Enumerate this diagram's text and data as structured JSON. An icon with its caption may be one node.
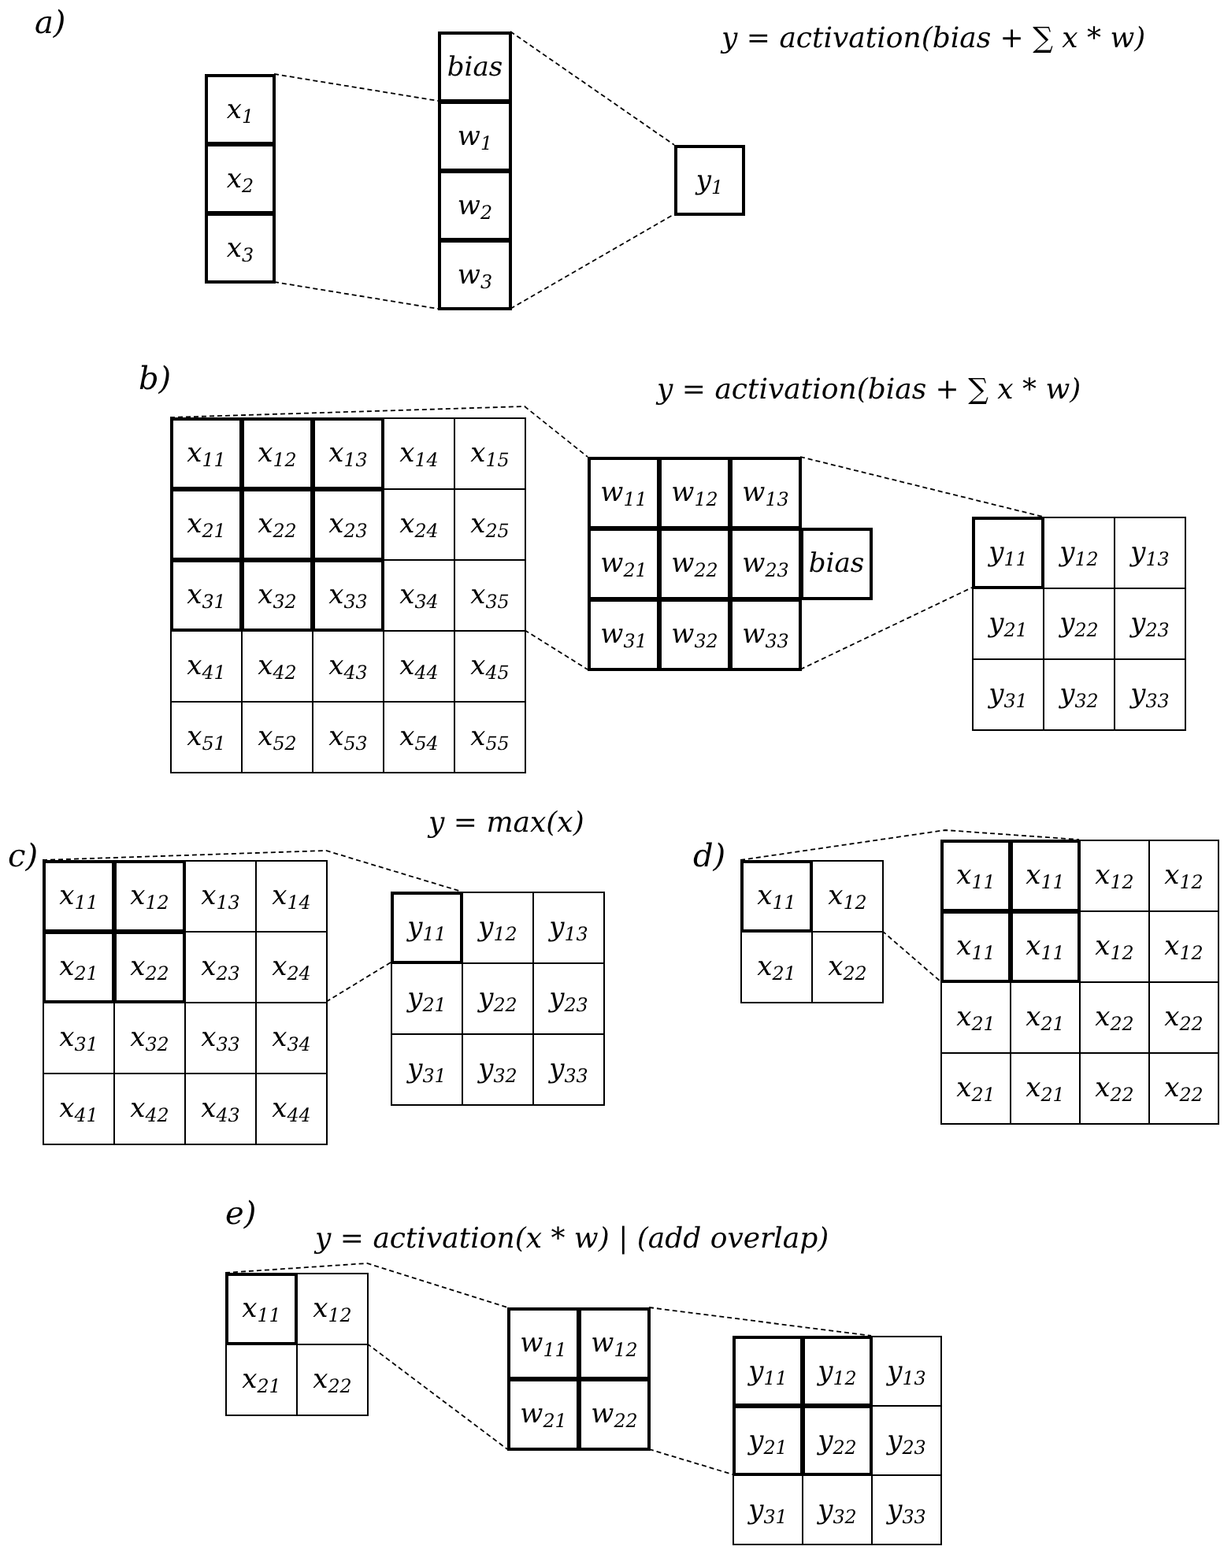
{
  "diagram": {
    "nodes": [
      {
        "text": [
          "x$_{1}$"
        ]
      },
      {
        "text": [
          "x$_{2}$"
        ]
      },
      {
        "text": [
          "x$_{3}$"
        ]
      },
      {
        "text": [
          "bias"
        ]
      },
      {
        "text": [
          "w$_{1}$"
        ]
      },
      {
        "text": [
          "w$_{2}$"
        ]
      },
      {
        "text": [
          "w$_{3}$"
        ]
      },
      {
        "text": [
          "y$_{1}$"
        ]
      },
      {
        "text": [
          "x$_{11}$"
        ]
      },
      {
        "text": [
          "x$_{12}$"
        ]
      },
      {
        "text": [
          "x$_{13}$"
        ]
      },
      {
        "text": [
          "x$_{14}$"
        ]
      },
      {
        "text": [
          "x$_{15}$"
        ]
      },
      {
        "text": [
          "x$_{21}$"
        ]
      },
      {
        "text": [
          "x$_{22}$"
        ]
      },
      {
        "text": [
          "x$_{23}$"
        ]
      },
      {
        "text": [
          "x$_{24}$"
        ]
      },
      {
        "text": [
          "x$_{25}$"
        ]
      },
      {
        "text": [
          "x$_{31}$"
        ]
      },
      {
        "text": [
          "x$_{32}$"
        ]
      },
      {
        "text": [
          "x$_{33}$"
        ]
      },
      {
        "text": [
          "x$_{34}$"
        ]
      },
      {
        "text": [
          "x$_{35}$"
        ]
      },
      {
        "text": [
          "x$_{41}$"
        ]
      },
      {
        "text": [
          "x$_{42}$"
        ]
      },
      {
        "text": [
          "x$_{43}$"
        ]
      },
      {
        "text": [
          "x$_{44}$"
        ]
      },
      {
        "text": [
          "x$_{45}$"
        ]
      },
      {
        "text": [
          "x$_{51}$"
        ]
      },
      {
        "text": [
          "x$_{52}$"
        ]
      },
      {
        "text": [
          "x$_{53}$"
        ]
      },
      {
        "text": [
          "x$_{54}$"
        ]
      },
      {
        "text": [
          "x$_{55}$"
        ]
      },
      {
        "text": [
          "w$_{11}$"
        ]
      },
      {
        "text": [
          "w$_{12}$"
        ]
      },
      {
        "text": [
          "w$_{13}$"
        ]
      },
      {
        "text": [
          "w$_{21}$"
        ]
      },
      {
        "text": [
          "w$_{22}$"
        ]
      },
      {
        "text": [
          "w$_{23}$"
        ]
      },
      {
        "text": [
          "bias"
        ]
      },
      {
        "text": [
          "w$_{31}$"
        ]
      },
      {
        "text": [
          "w$_{32}$"
        ]
      },
      {
        "text": [
          "w$_{33}$"
        ]
      },
      {
        "text": [
          "y$_{11}$"
        ]
      },
      {
        "text": [
          "y$_{12}$"
        ]
      },
      {
        "text": [
          "y$_{13}$"
        ]
      },
      {
        "text": [
          "y$_{21}$"
        ]
      },
      {
        "text": [
          "y$_{22}$"
        ]
      },
      {
        "text": [
          "y$_{23}$"
        ]
      },
      {
        "text": [
          "y$_{31}$"
        ]
      },
      {
        "text": [
          "y$_{32}$"
        ]
      },
      {
        "text": [
          "y$_{33}$"
        ]
      },
      {
        "text": [
          "x$_{11}$"
        ]
      },
      {
        "text": [
          "x$_{12}$"
        ]
      },
      {
        "text": [
          "x$_{13}$"
        ]
      },
      {
        "text": [
          "x$_{14}$"
        ]
      },
      {
        "text": [
          "x$_{21}$"
        ]
      },
      {
        "text": [
          "x$_{22}$"
        ]
      },
      {
        "text": [
          "x$_{23}$"
        ]
      },
      {
        "text": [
          "x$_{24}$"
        ]
      },
      {
        "text": [
          "x$_{31}$"
        ]
      },
      {
        "text": [
          "x$_{32}$"
        ]
      },
      {
        "text": [
          "x$_{33}$"
        ]
      },
      {
        "text": [
          "x$_{34}$"
        ]
      },
      {
        "text": [
          "x$_{41}$"
        ]
      },
      {
        "text": [
          "x$_{42}$"
        ]
      },
      {
        "text": [
          "x$_{43}$"
        ]
      },
      {
        "text": [
          "x$_{44}$"
        ]
      },
      {
        "text": [
          "y$_{11}$"
        ]
      },
      {
        "text": [
          "y$_{12}$"
        ]
      },
      {
        "text": [
          "y$_{13}$"
        ]
      },
      {
        "text": [
          "y$_{21}$"
        ]
      },
      {
        "text": [
          "y$_{22}$"
        ]
      },
      {
        "text": [
          "y$_{23}$"
        ]
      },
      {
        "text": [
          "y$_{31}$"
        ]
      },
      {
        "text": [
          "y$_{32}$"
        ]
      },
      {
        "text": [
          "y$_{33}$"
        ]
      },
      {
        "text": [
          "x$_{11}$"
        ]
      },
      {
        "text": [
          "x$_{12}$"
        ]
      },
      {
        "text": [
          "x$_{21}$"
        ]
      },
      {
        "text": [
          "x$_{22}$"
        ]
      },
      {
        "text": [
          "x$_{11}$"
        ]
      },
      {
        "text": [
          "x$_{11}$"
        ]
      },
      {
        "text": [
          "x$_{12}$"
        ]
      },
      {
        "text": [
          "x$_{12}$"
        ]
      },
      {
        "text": [
          "x$_{11}$"
        ]
      },
      {
        "text": [
          "x$_{11}$"
        ]
      },
      {
        "text": [
          "x$_{12}$"
        ]
      },
      {
        "text": [
          "x$_{12}$"
        ]
      },
      {
        "text": [
          "x$_{21}$"
        ]
      },
      {
        "text": [
          "x$_{21}$"
        ]
      },
      {
        "text": [
          "x$_{22}$"
        ]
      },
      {
        "text": [
          "x$_{22}$"
        ]
      },
      {
        "text": [
          "x$_{21}$"
        ]
      },
      {
        "text": [
          "x$_{21}$"
        ]
      },
      {
        "text": [
          "x$_{22}$"
        ]
      },
      {
        "text": [
          "x$_{22}$"
        ]
      },
      {
        "text": [
          "x$_{11}$"
        ]
      },
      {
        "text": [
          "x$_{12}$"
        ]
      },
      {
        "text": [
          "x$_{21}$"
        ]
      },
      {
        "text": [
          "x$_{22}$"
        ]
      },
      {
        "text": [
          "w$_{11}$"
        ]
      },
      {
        "text": [
          "w$_{12}$"
        ]
      },
      {
        "text": [
          "w$_{21}$"
        ]
      },
      {
        "text": [
          "w$_{22}$"
        ]
      },
      {
        "text": [
          "y$_{11}$"
        ]
      },
      {
        "text": [
          "y$_{12}$"
        ]
      },
      {
        "text": [
          "y$_{13}$"
        ]
      },
      {
        "text": [
          "y$_{21}$"
        ]
      },
      {
        "text": [
          "y$_{22}$"
        ]
      },
      {
        "text": [
          "y$_{23}$"
        ]
      },
      {
        "text": [
          "y$_{31}$"
        ]
      },
      {
        "text": [
          "y$_{32}$"
        ]
      },
      {
        "text": [
          "y$_{33}$"
        ]
      }
    ],
    "edges": [
      {
        "from": 0,
        "to": 4,
        "arrow": "none",
        "style": "dashed"
      },
      {
        "from": 2,
        "to": 6,
        "arrow": "none",
        "style": "dashed"
      },
      {
        "from": 3,
        "to": 7,
        "arrow": "none",
        "style": "dashed"
      },
      {
        "from": 6,
        "to": 7,
        "arrow": "none",
        "style": "dashed"
      },
      {
        "from": 8,
        "to": 33,
        "arrow": "none",
        "style": "dashed"
      },
      {
        "from": 20,
        "to": 40,
        "arrow": "none",
        "style": "dashed"
      },
      {
        "from": 35,
        "to": 43,
        "arrow": "none",
        "style": "dashed"
      },
      {
        "from": 42,
        "to": 43,
        "arrow": "none",
        "style": "dashed"
      },
      {
        "from": 52,
        "to": 68,
        "arrow": "none",
        "style": "dashed"
      },
      {
        "from": 56,
        "to": 68,
        "arrow": "none",
        "style": "dashed"
      },
      {
        "from": 77,
        "to": 82,
        "arrow": "none",
        "style": "dashed"
      },
      {
        "from": 77,
        "to": 85,
        "arrow": "none",
        "style": "dashed"
      },
      {
        "from": 97,
        "to": 101,
        "arrow": "none",
        "style": "dashed"
      },
      {
        "from": 97,
        "to": 103,
        "arrow": "none",
        "style": "dashed"
      },
      {
        "from": 102,
        "to": 106,
        "arrow": "none",
        "style": "dashed"
      },
      {
        "from": 104,
        "to": 108,
        "arrow": "none",
        "style": "dashed"
      }
    ],
    "labels": [
      "a)",
      "y = activation(bias + ∑ x * w)",
      "b)",
      "y = activation(bias + ∑ x * w)",
      "c)",
      "y = max(x)",
      "d)",
      "e)",
      "y = activation(x * w) | (add overlap)"
    ]
  }
}
